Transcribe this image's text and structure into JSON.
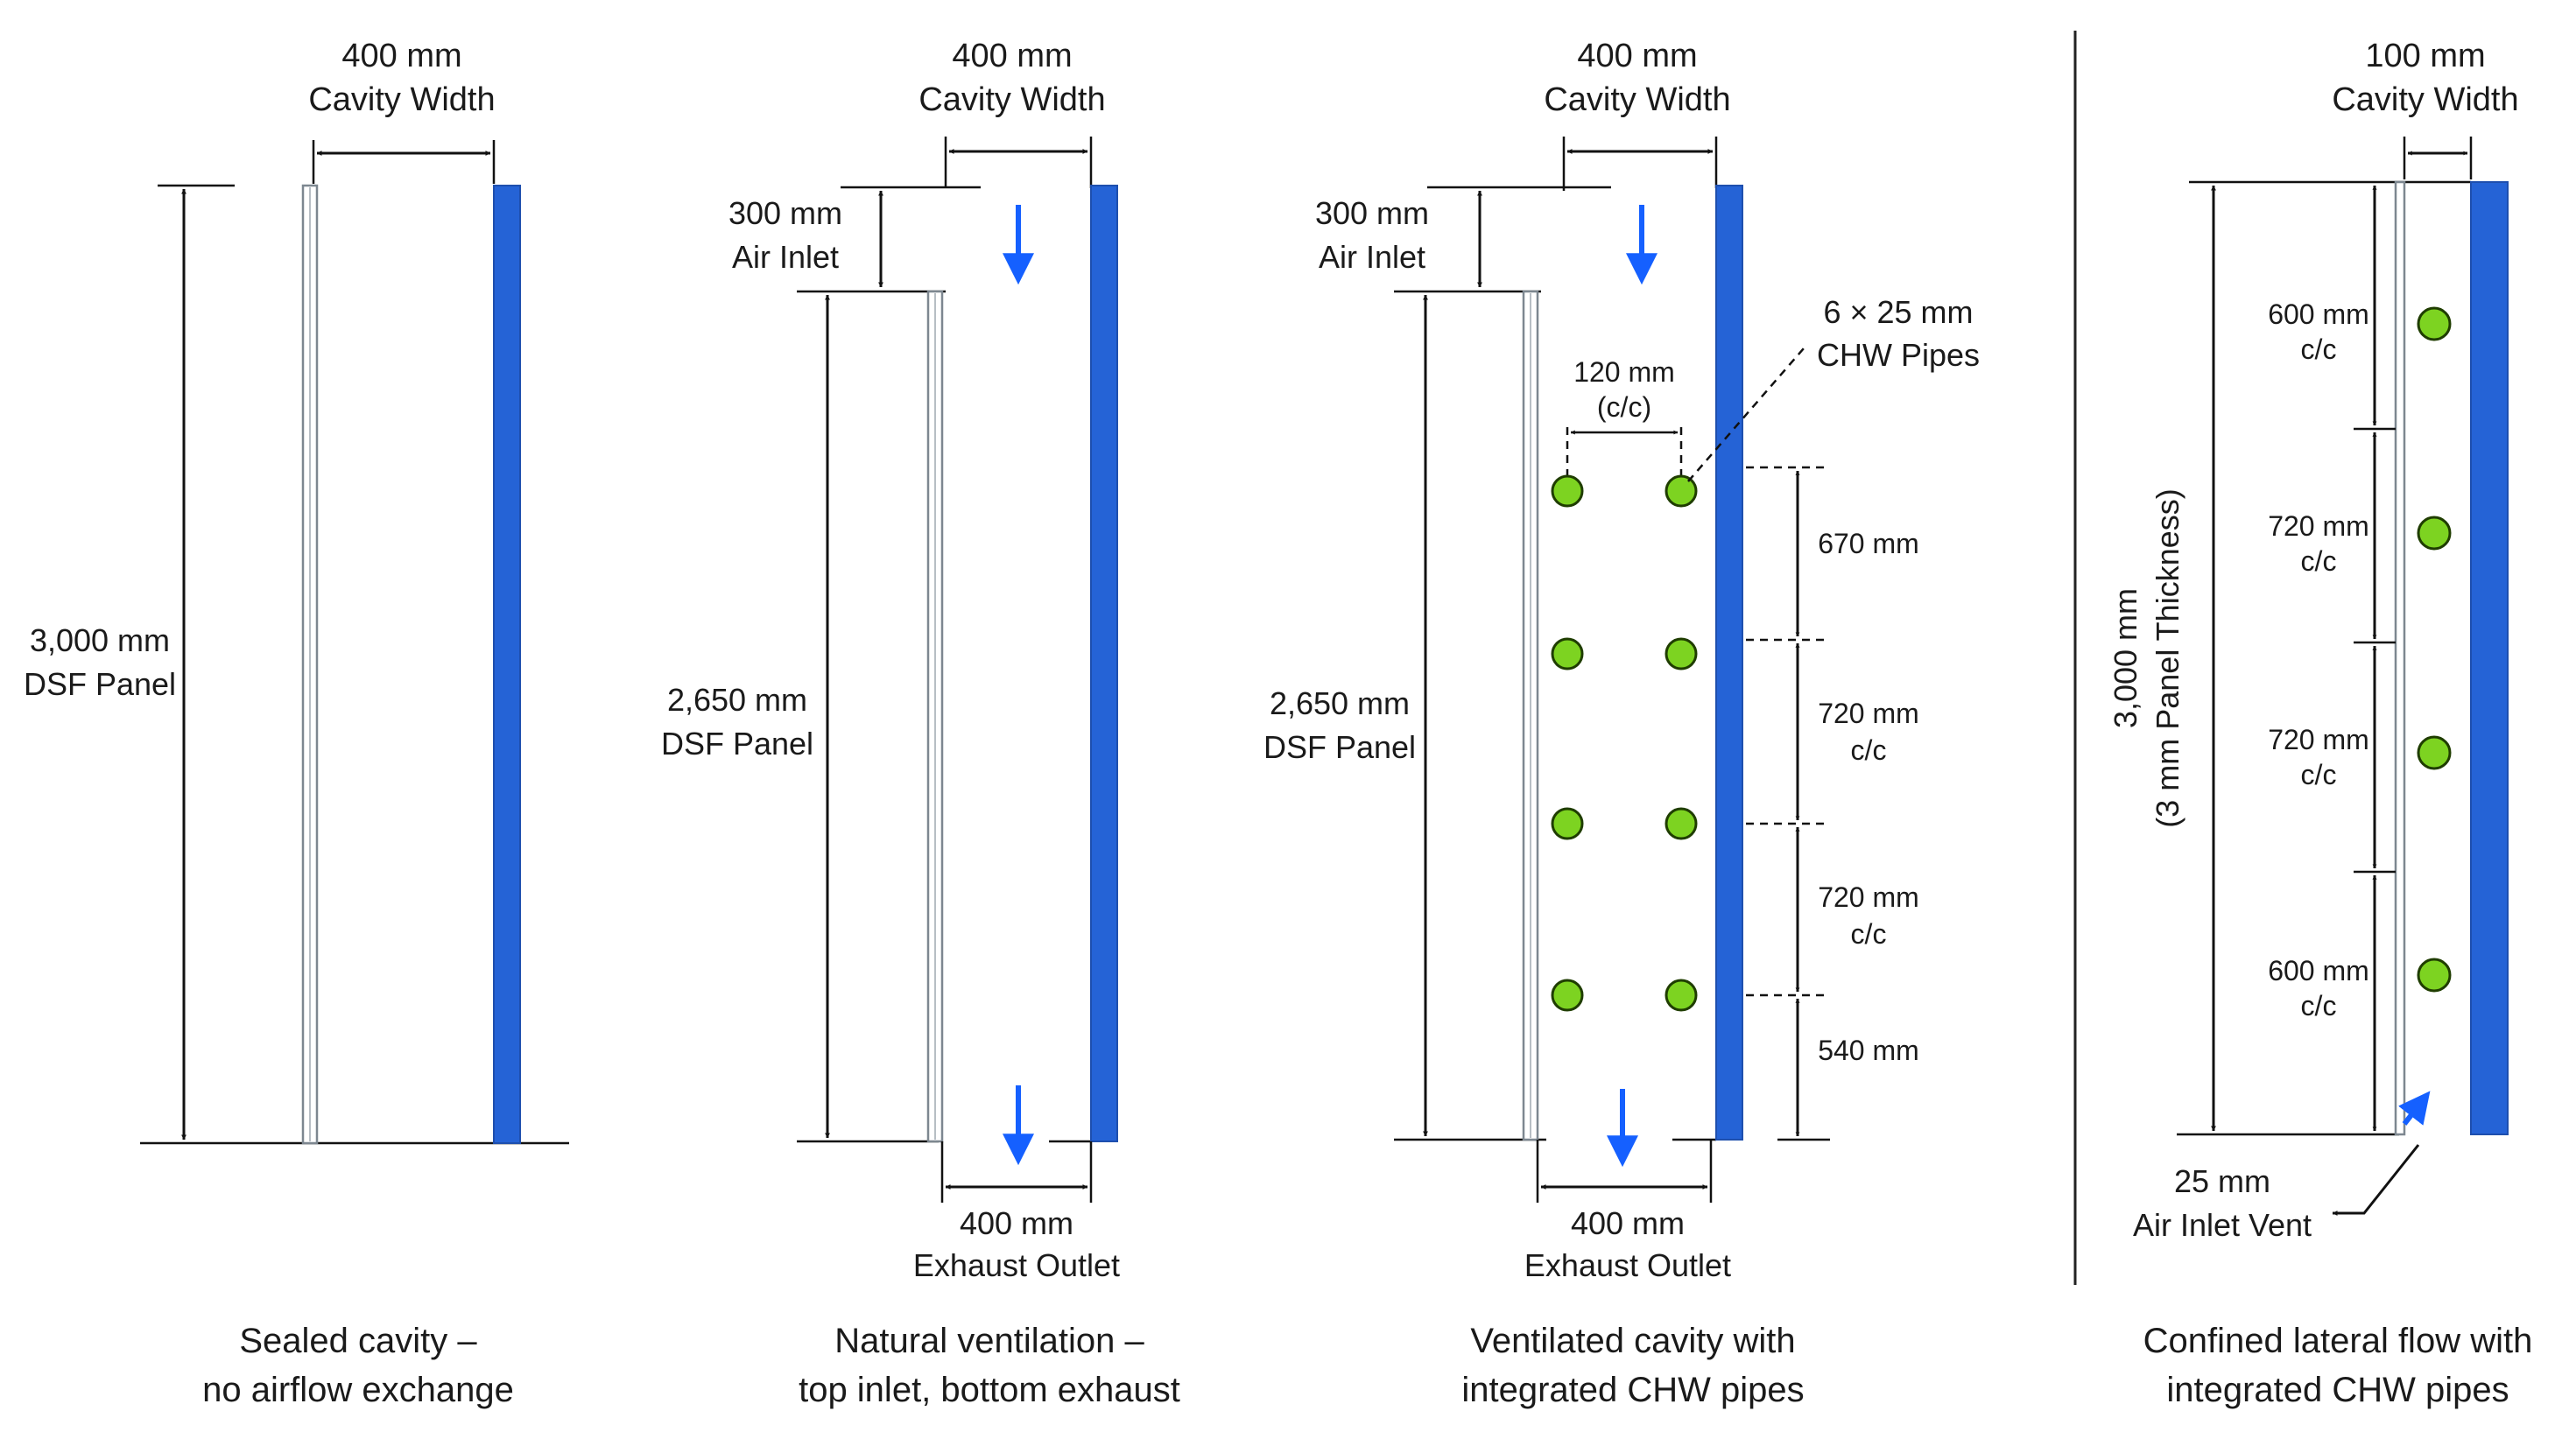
{
  "diagram": {
    "panels": [
      {
        "cavity_width": "400 mm",
        "cavity_width_label": "Cavity Width",
        "height": "3,000 mm",
        "height_label": "DSF Panel",
        "caption": [
          "Sealed cavity –",
          "no airflow exchange"
        ]
      },
      {
        "cavity_width": "400 mm",
        "cavity_width_label": "Cavity Width",
        "inlet": "300 mm",
        "inlet_label": "Air Inlet",
        "height": "2,650 mm",
        "height_label": "DSF Panel",
        "outlet": "400 mm",
        "outlet_label": "Exhaust Outlet",
        "caption": [
          "Natural ventilation –",
          "top inlet, bottom exhaust"
        ]
      },
      {
        "cavity_width": "400 mm",
        "cavity_width_label": "Cavity Width",
        "inlet": "300 mm",
        "inlet_label": "Air Inlet",
        "height": "2,650 mm",
        "height_label": "DSF Panel",
        "pipe_spacing": "120 mm",
        "pipe_spacing_note": "(c/c)",
        "pipes_callout": [
          "6 × 25 mm",
          "CHW Pipes"
        ],
        "vertical_spacings": [
          {
            "value": "670 mm",
            "sub": ""
          },
          {
            "value": "720 mm",
            "sub": "c/c"
          },
          {
            "value": "720 mm",
            "sub": "c/c"
          },
          {
            "value": "540 mm",
            "sub": ""
          }
        ],
        "outlet": "400 mm",
        "outlet_label": "Exhaust Outlet",
        "caption": [
          "Ventilated cavity with",
          "integrated CHW pipes"
        ]
      },
      {
        "cavity_width": "100 mm",
        "cavity_width_label": "Cavity Width",
        "height": "3,000 mm",
        "height_note": "(3 mm Panel Thickness)",
        "vertical_spacings": [
          {
            "value": "600 mm",
            "sub": "c/c"
          },
          {
            "value": "720 mm",
            "sub": "c/c"
          },
          {
            "value": "720 mm",
            "sub": "c/c"
          },
          {
            "value": "600 mm",
            "sub": "c/c"
          }
        ],
        "vent": "25 mm",
        "vent_label": "Air Inlet Vent",
        "caption": [
          "Confined lateral flow with",
          "integrated CHW pipes"
        ]
      }
    ],
    "colors": {
      "panel": "#2563d6",
      "airflow_arrow": "#1560ff",
      "pipe": "#7dd321",
      "line": "#111111"
    }
  }
}
